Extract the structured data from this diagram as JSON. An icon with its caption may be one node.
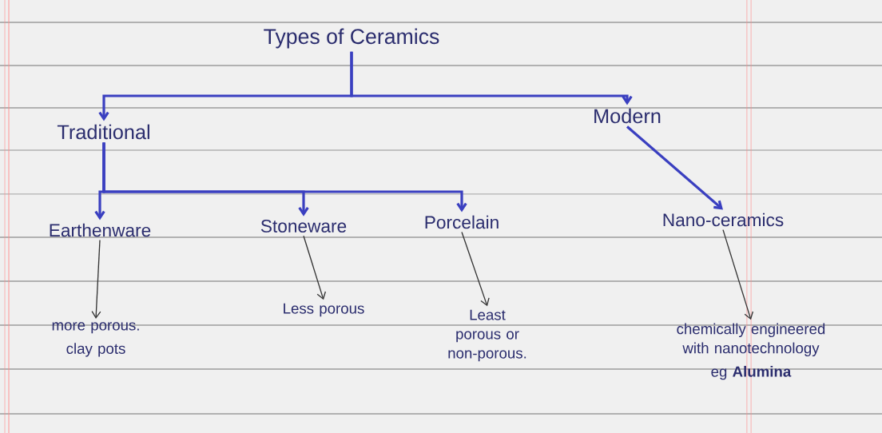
{
  "diagram": {
    "nodes": [
      {
        "text": [
          "Types of Ceramics"
        ]
      },
      {
        "text": [
          "Traditional"
        ]
      },
      {
        "text": [
          "Modern"
        ]
      },
      {
        "text": [
          "Earthenware"
        ]
      },
      {
        "text": [
          "Stoneware"
        ]
      },
      {
        "text": [
          "Porcelain"
        ]
      },
      {
        "text": [
          "Nano-ceramics"
        ]
      },
      {
        "text": [
          "more porous.",
          "clay pots"
        ]
      },
      {
        "text": [
          "Less porous"
        ]
      },
      {
        "text": [
          "Least porous or non-porous."
        ]
      },
      {
        "text": [
          "chemically engineered with nanotechnology",
          "eg **Alumina**"
        ]
      }
    ],
    "edges": [
      {
        "from": 0,
        "to": 1,
        "arrow": "to"
      },
      {
        "from": 0,
        "to": 2,
        "arrow": "to"
      },
      {
        "from": 1,
        "to": 3,
        "arrow": "to"
      },
      {
        "from": 1,
        "to": 4,
        "arrow": "to"
      },
      {
        "from": 1,
        "to": 5,
        "arrow": "to"
      },
      {
        "from": 2,
        "to": 6,
        "arrow": "to"
      },
      {
        "from": 3,
        "to": 7,
        "arrow": "to",
        "color": "#333333"
      },
      {
        "from": 4,
        "to": 8,
        "arrow": "to",
        "color": "#333333"
      },
      {
        "from": 5,
        "to": 9,
        "arrow": "to",
        "color": "#333333"
      },
      {
        "from": 6,
        "to": 10,
        "arrow": "to",
        "color": "#333333"
      }
    ]
  }
}
